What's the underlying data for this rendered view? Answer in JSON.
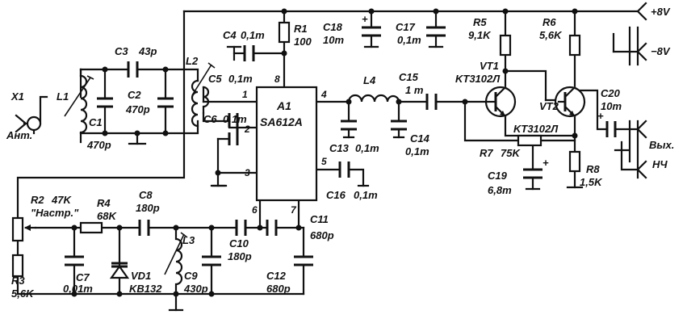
{
  "components": {
    "X1": {
      "ref": "X1",
      "label": "Ант."
    },
    "L1": {
      "ref": "L1"
    },
    "L2": {
      "ref": "L2"
    },
    "L3": {
      "ref": "L3"
    },
    "L4": {
      "ref": "L4"
    },
    "C1": {
      "ref": "C1",
      "value": "470p"
    },
    "C2": {
      "ref": "C2",
      "value": "470p"
    },
    "C3": {
      "ref": "C3",
      "value": "43p"
    },
    "C4": {
      "ref": "C4",
      "value": "0,1m"
    },
    "C5": {
      "ref": "C5",
      "value": "0,1m"
    },
    "C6": {
      "ref": "C6",
      "value": "0,1m"
    },
    "C7": {
      "ref": "C7",
      "value": "0,01m"
    },
    "C8": {
      "ref": "C8",
      "value": "180p"
    },
    "C9": {
      "ref": "C9",
      "value": "430p"
    },
    "C10": {
      "ref": "C10",
      "value": "180p"
    },
    "C11": {
      "ref": "C11",
      "value": "680p"
    },
    "C12": {
      "ref": "C12",
      "value": "680p"
    },
    "C13": {
      "ref": "C13",
      "value": "0,1m"
    },
    "C14": {
      "ref": "C14",
      "value": "0,1m"
    },
    "C15": {
      "ref": "C15",
      "value": "1 m"
    },
    "C16": {
      "ref": "C16",
      "value": "0,1m"
    },
    "C17": {
      "ref": "C17",
      "value": "0,1m"
    },
    "C18": {
      "ref": "C18",
      "value": "10m"
    },
    "C19": {
      "ref": "C19",
      "value": "6,8m"
    },
    "C20": {
      "ref": "C20",
      "value": "10m"
    },
    "R1": {
      "ref": "R1",
      "value": "100"
    },
    "R2": {
      "ref": "R2",
      "value": "47K",
      "label": "\"Настр.\""
    },
    "R3": {
      "ref": "R3",
      "value": "5,6K"
    },
    "R4": {
      "ref": "R4",
      "value": "68K"
    },
    "R5": {
      "ref": "R5",
      "value": "9,1K"
    },
    "R6": {
      "ref": "R6",
      "value": "5,6K"
    },
    "R7": {
      "ref": "R7",
      "value": "75K"
    },
    "R8": {
      "ref": "R8",
      "value": "1,5K"
    },
    "VD1": {
      "ref": "VD1",
      "value": "KB132"
    },
    "VT1": {
      "ref": "VT1",
      "value": "KT3102Л"
    },
    "VT2": {
      "ref": "VT2",
      "value": "KT3102Л"
    },
    "A1": {
      "ref": "A1",
      "value": "SA612A",
      "pins": {
        "p1": "1",
        "p2": "2",
        "p3": "3",
        "p4": "4",
        "p5": "5",
        "p6": "6",
        "p7": "7",
        "p8": "8"
      }
    }
  },
  "terminals": {
    "plus8": "+8V",
    "minus8": "−8V",
    "out1": "Вых.",
    "out2": "НЧ"
  },
  "polarity": {
    "plus": "+"
  }
}
